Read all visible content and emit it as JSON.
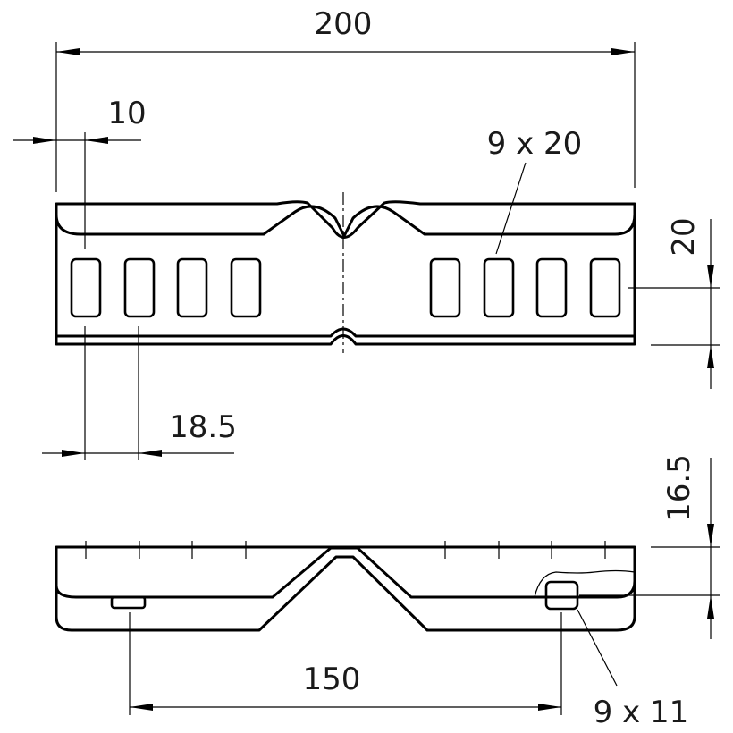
{
  "dimensions": {
    "overall_length": "200",
    "edge_offset": "10",
    "slot_spec": "9 x 20",
    "slot_height_offset": "20",
    "slot_pitch": "18.5",
    "side_height": "16.5",
    "hole_pitch": "150",
    "hole_spec": "9 x 11"
  }
}
